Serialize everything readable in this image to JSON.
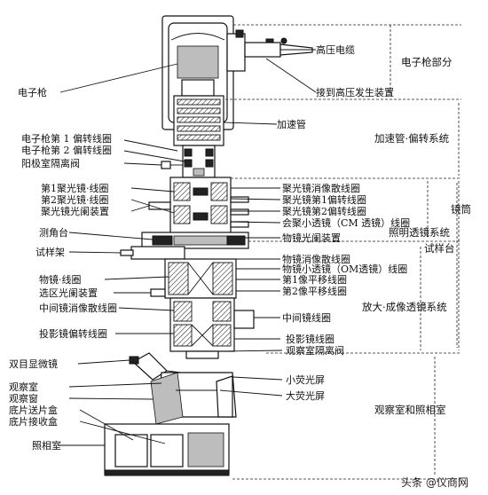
{
  "labels_right": {
    "hv_cable": "高压电缆",
    "hv_generator": "接到高压发生装置",
    "accelerator": "加速管",
    "cond_stig": "聚光镜消像散线圈",
    "cond1_deflect": "聚光镜第1偏转线圈",
    "cond2_deflect": "聚光镜第2偏转线圈",
    "mini_cond": "会聚小透镜（CM 透镜）线圈",
    "obj_aperture": "物镜光阑装置",
    "obj_stig": "物镜消像散线圈",
    "obj_mini": "物镜小透镜（OM透镜）线圈",
    "img_shift1": "第1像平移线圈",
    "img_shift2": "第2像平移线圈",
    "intermediate": "中间镜线圈",
    "projector": "投影镜线圈",
    "view_valve": "观察室隔离阀",
    "small_screen": "小荧光屏",
    "large_screen": "大荧光屏"
  },
  "labels_left": {
    "gun": "电子枪",
    "gun_deflect1": "电子枪第 1 偏转线圈",
    "gun_deflect2": "电子枪第 2 偏转线圈",
    "anode_valve": "阳极室隔离阀",
    "cond1": "第1聚光镜·线圈",
    "cond2": "第2聚光镜·线圈",
    "cond_aperture": "聚光镜光阑装置",
    "goniometer": "测角台",
    "holder": "试样架",
    "objective": "物镜·线圈",
    "sa_aperture": "选区光阑装置",
    "int_stig": "中间镜消像散线圈",
    "proj_deflect": "投影镜偏转线圈",
    "binocular": "双目显微镜",
    "view_chamber": "观察室",
    "view_window": "观察窗",
    "film_supply": "底片送片盒",
    "film_receive": "底片接收盒",
    "camera": "照相室"
  },
  "sections": {
    "gun_part": "电子枪部分",
    "accel_deflect": "加速管·偏转系统",
    "column": "镜筒",
    "illumination": "照明透镜系统",
    "specimen_stage": "试样台",
    "imaging": "放大·成像透镜系统",
    "viewing": "观察室和照相室"
  },
  "watermark": "头条 @仪商网"
}
